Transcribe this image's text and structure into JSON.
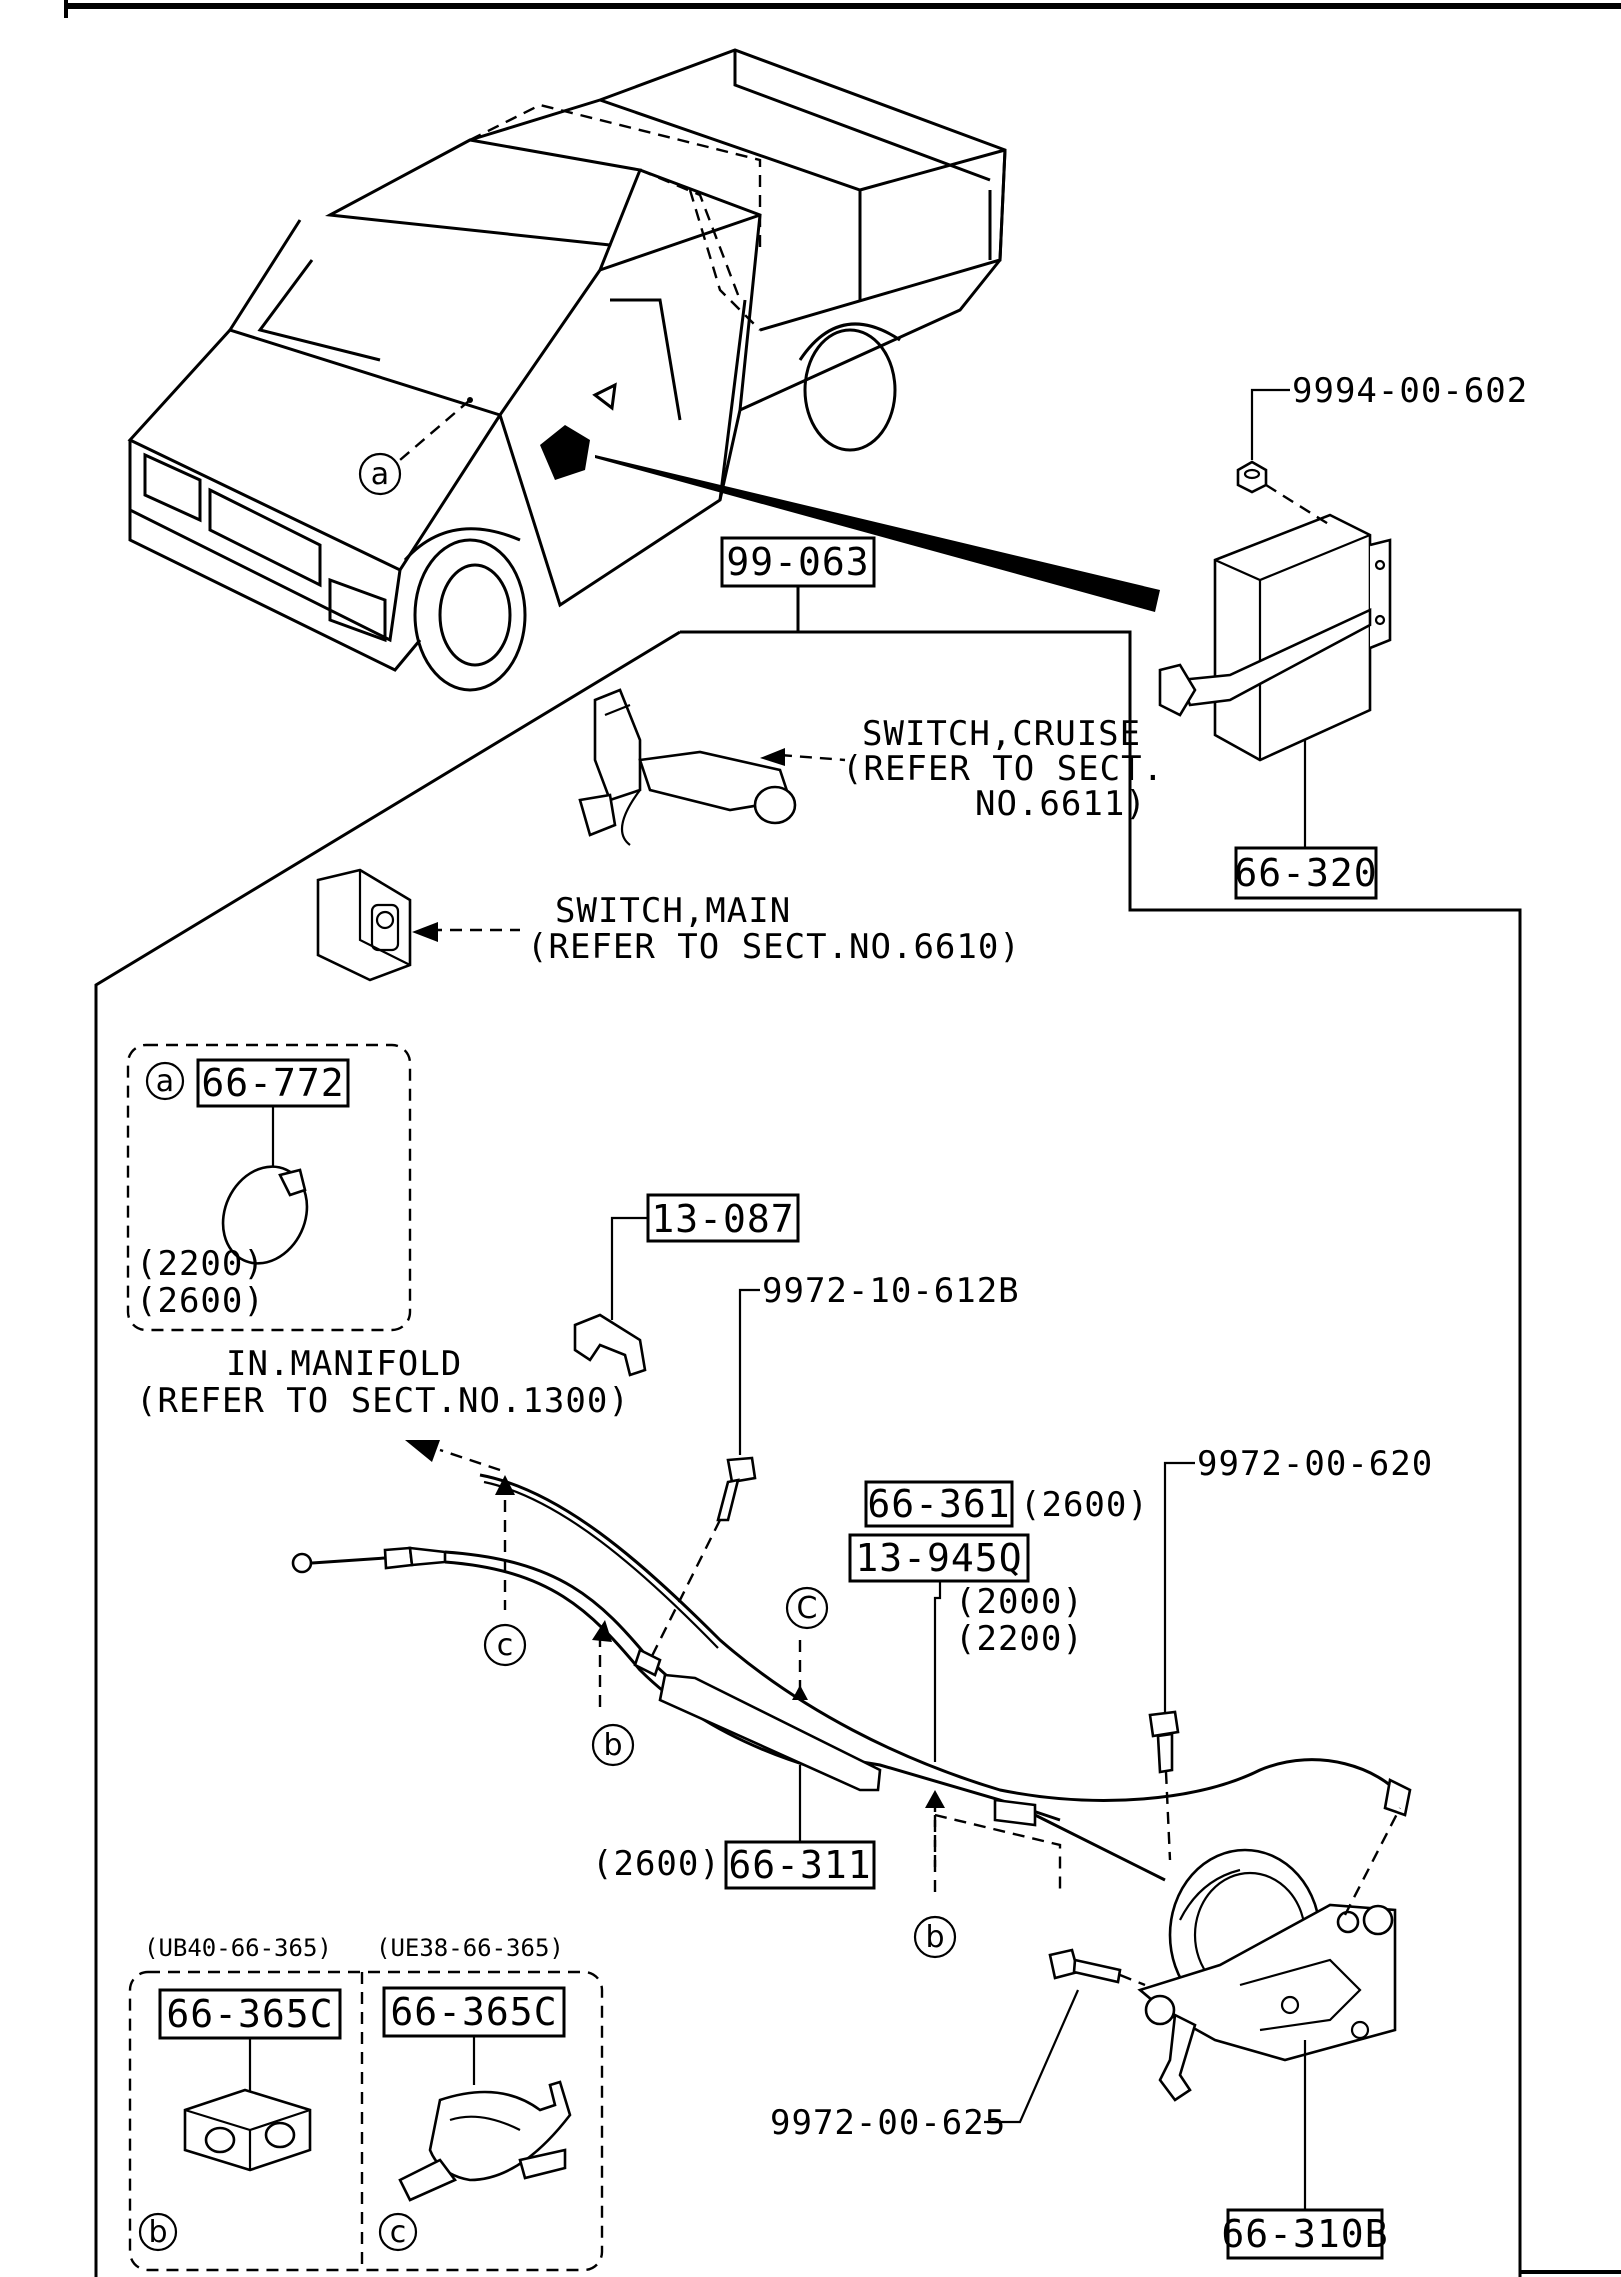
{
  "callouts": {
    "nut": "9994-00-602",
    "module": "66-320",
    "kit": "99-063",
    "switch_cruise_1": "SWITCH,CRUISE",
    "switch_cruise_2": "(REFER TO SECT.",
    "switch_cruise_3": "NO.6611)",
    "switch_main_1": "SWITCH,MAIN",
    "switch_main_2": "(REFER TO SECT.NO.6610)",
    "cap": "66-772",
    "cap_var_1": "(2200)",
    "cap_var_2": "(2600)",
    "clip": "13-087",
    "bolt_top": "9972-10-612B",
    "manifold_1": "IN.MANIFOLD",
    "manifold_2": "(REFER TO SECT.NO.1300)",
    "bolt_right": "9972-00-620",
    "cable_a": "66-361",
    "cable_a_var": "(2600)",
    "cable_b": "13-945Q",
    "cable_b_var_1": "(2000)",
    "cable_b_var_2": "(2200)",
    "cable_c_var": "(2600)",
    "cable_c": "66-311",
    "clamp_b_code": "(UB40-66-365)",
    "clamp_c_code": "(UE38-66-365)",
    "clamp_b": "66-365C",
    "clamp_c": "66-365C",
    "bolt_bottom": "9972-00-625",
    "actuator": "66-310B"
  },
  "markers": {
    "a": "a",
    "b": "b",
    "c": "c",
    "C": "C"
  }
}
